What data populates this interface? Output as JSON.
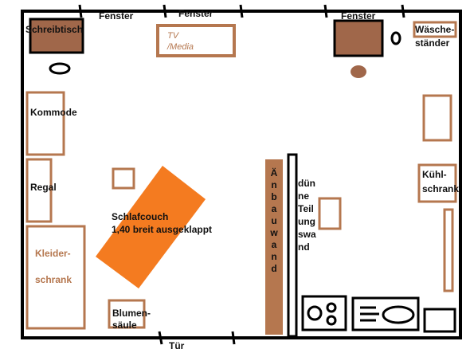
{
  "labels": {
    "fenster_1": "Fenster",
    "fenster_2": "Fenster",
    "fenster_3": "Fenster",
    "schreibtisch": "Schreibtisch",
    "tv_1": "TV",
    "tv_2": "/Media",
    "waesche_1": "Wäsche-",
    "waesche_2": "ständer",
    "kommode": "Kommode",
    "regal": "Regal",
    "kleider_1": "Kleider-",
    "kleider_2": "schrank",
    "schlafcouch_1": "Schlafcouch",
    "schlafcouch_2": "1,40 breit  ausgeklappt",
    "blumen_1": "Blumen-",
    "blumen_2": "säule",
    "tuer": "Tür",
    "kuehl_1": "Kühl-",
    "kuehl_2": "schrank",
    "anbauwand": [
      "Ä",
      "n",
      "b",
      "a",
      "u",
      "w",
      "a",
      "n",
      "d"
    ],
    "teilwand": [
      "dün",
      "ne",
      "Teil",
      "ung",
      "swa",
      "nd"
    ]
  },
  "colors": {
    "brown": "#b5774f",
    "brown_fill": "#a0674a",
    "orange": "#f47b20",
    "wall": "#000000"
  }
}
